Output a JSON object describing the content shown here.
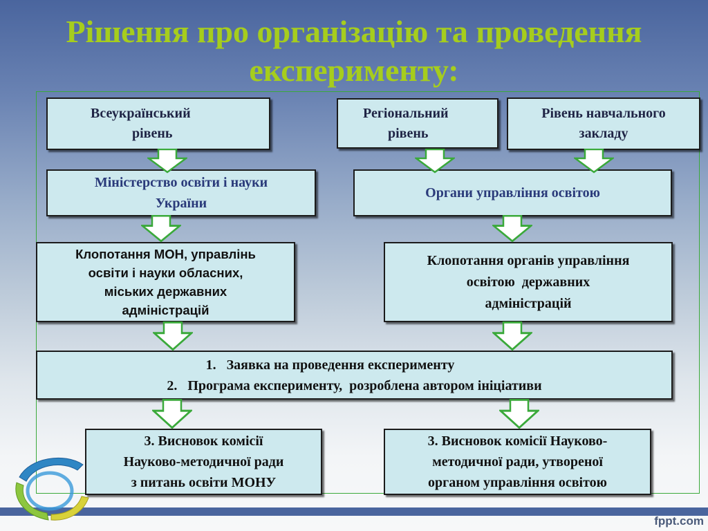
{
  "title": {
    "line1": "Рішення про організацію та проведення",
    "line2": "експерименту:"
  },
  "boxes": {
    "national_level": {
      "line1": "Всеукраїнський",
      "line2": "рівень"
    },
    "regional_level": {
      "line1": "Регіональний",
      "line2": "рівень"
    },
    "institution_level": {
      "line1": "Рівень навчального",
      "line2": "закладу"
    },
    "ministry": {
      "line1": "Міністерство освіти і науки",
      "line2": "України"
    },
    "education_authorities": {
      "line1": "Органи управління освітою"
    },
    "petition_mon": {
      "line1": "Клопотання МОН, управлінь",
      "line2": "освіти і науки обласних,",
      "line3": "міських державних",
      "line4": "адміністрацій"
    },
    "petition_authorities": {
      "line1": "Клопотання органів управління",
      "line2": "освітою  державних",
      "line3": "адміністрацій"
    },
    "requirements": {
      "item1": "1.   Заявка на проведення експерименту",
      "item2": "2.   Програма експерименту,  розроблена автором ініціативи"
    },
    "conclusion_mon": {
      "line1": "3. Висновок комісії",
      "line2": "Науково-методичної ради",
      "line3": "з питань освіти МОНУ"
    },
    "conclusion_authority": {
      "line1": "3. Висновок комісії Науково-",
      "line2": "методичної ради, утвореної",
      "line3": "органом управління освітою"
    }
  },
  "footer": {
    "brand": "fppt.com"
  },
  "icons": {
    "arrow": "down-arrow-icon",
    "logo": "swirl-logo-icon"
  },
  "colors": {
    "title": "#a6cd1d",
    "box_fill": "#cde9ee",
    "arrow_fill": "#ffffff",
    "arrow_stroke": "#3aa93a",
    "frame": "#3aa93a",
    "background_top": "#4a659e",
    "background_bottom": "#f7f8f9"
  }
}
